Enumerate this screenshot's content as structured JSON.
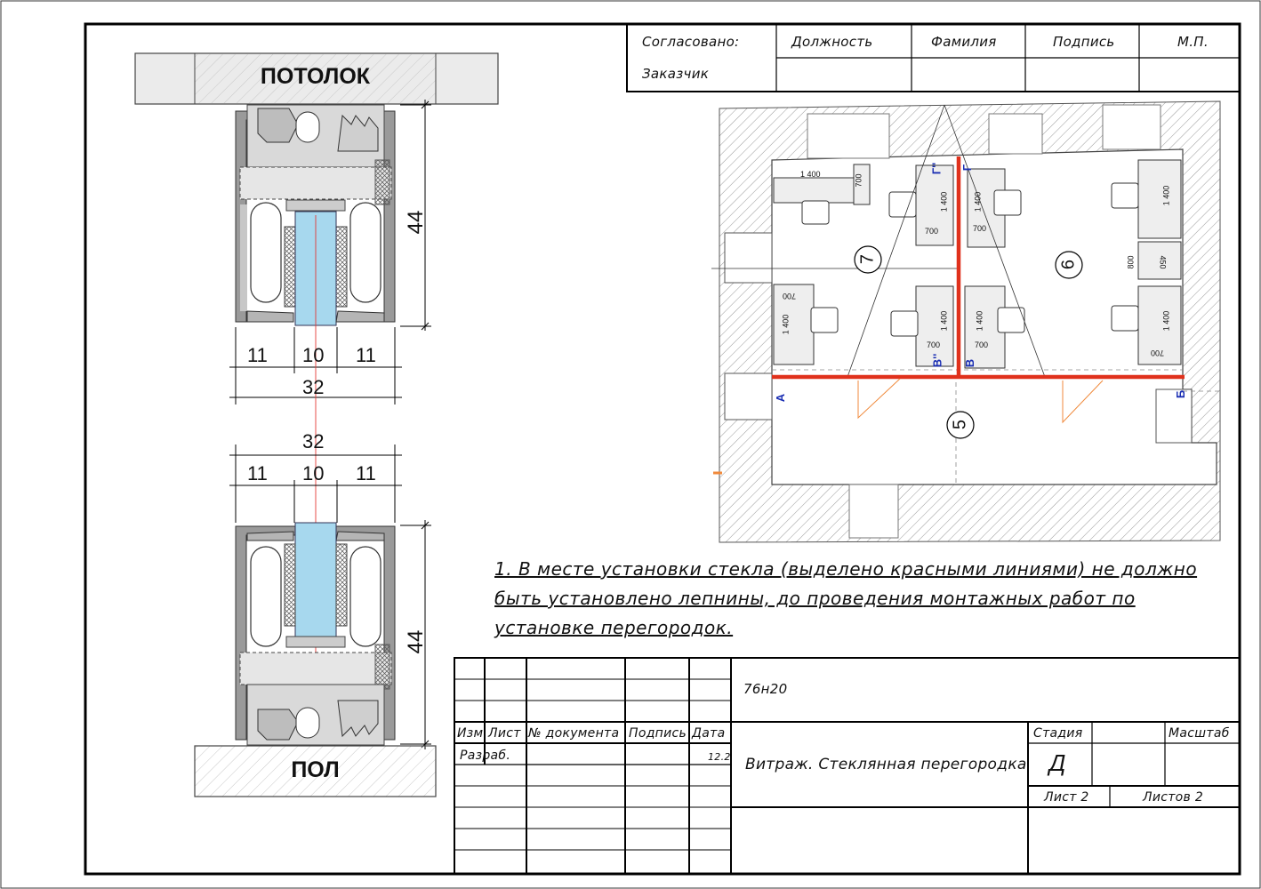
{
  "approval": {
    "agreed": "Согласовано:",
    "customer": "Заказчик",
    "headers": [
      "Должность",
      "Фамилия",
      "Подпись",
      "М.П."
    ]
  },
  "section": {
    "ceiling": "ПОТОЛОК",
    "floor": "ПОЛ",
    "dims": {
      "height": "44",
      "side": "11",
      "glass": "10",
      "total": "32"
    }
  },
  "plan": {
    "rooms": [
      "7",
      "6",
      "5"
    ],
    "desk_dims": [
      "1 400",
      "700",
      "1 400",
      "700",
      "1 400",
      "700",
      "1 400",
      "700",
      "1 400",
      "700",
      "1 400",
      "1 400",
      "700",
      "800",
      "450",
      "1 400",
      "700",
      "1 400",
      "1 400",
      "700"
    ],
    "axes": [
      "А",
      "Б",
      "В",
      "В''",
      "Г",
      "Г''"
    ],
    "wall_color": "#e0311c"
  },
  "note": "1. В месте установки стекла (выделено красными линиями) не должно быть установлено лепнины, до проведения монтажных работ по установке перегородок.",
  "title_block": {
    "code": "76н20",
    "cols": [
      "Изм",
      "Лист",
      "№ документа",
      "Подпись",
      "Дата"
    ],
    "developed": "Разраб.",
    "date": "12.2",
    "title": "Витраж. Стеклянная перегородка",
    "stage_label": "Стадия",
    "stage": "Д",
    "scale_label": "Масштаб",
    "sheet": "Лист 2",
    "sheets": "Листов 2"
  }
}
